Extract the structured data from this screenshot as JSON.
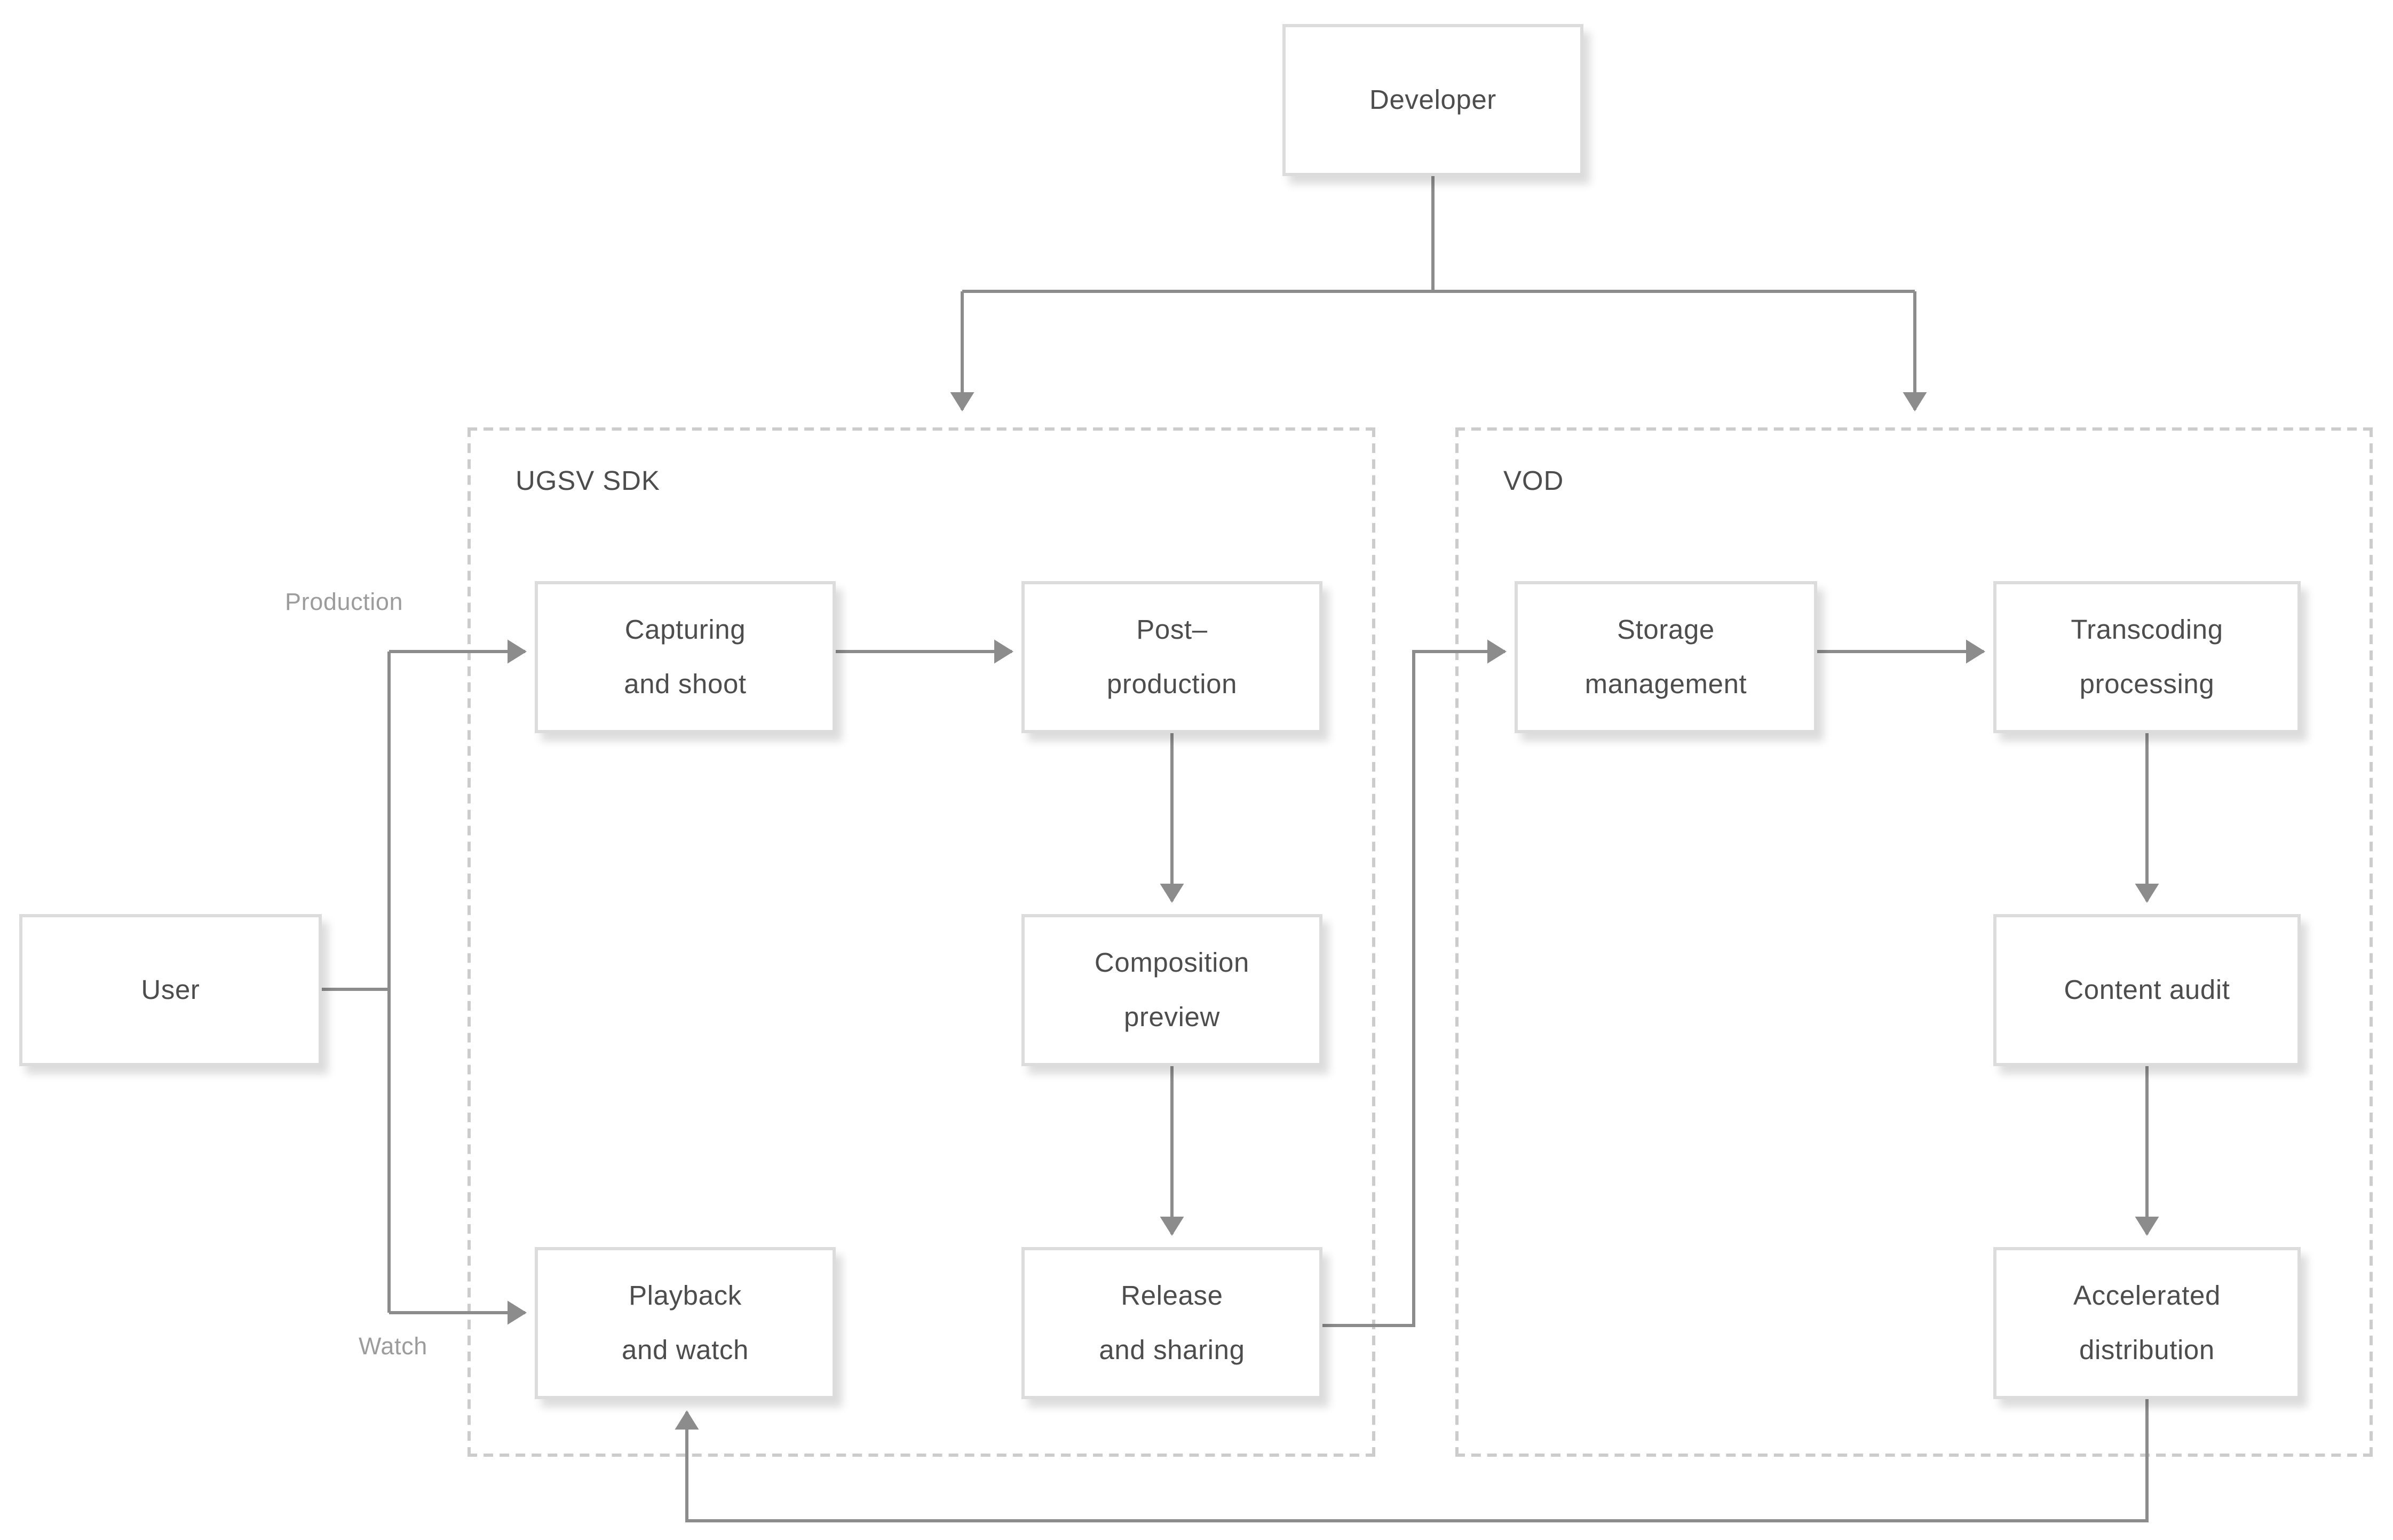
{
  "diagram": {
    "nodes": {
      "developer": "Developer",
      "user": "User",
      "capturing": "Capturing\nand shoot",
      "post_production": "Post–\nproduction",
      "composition_preview": "Composition\npreview",
      "release_sharing": "Release\nand sharing",
      "playback_watch": "Playback\nand watch",
      "storage_management": "Storage\nmanagement",
      "transcoding_processing": "Transcoding\nprocessing",
      "content_audit": "Content audit",
      "accelerated_distribution": "Accelerated\ndistribution"
    },
    "groups": {
      "ugsv_sdk": "UGSV SDK",
      "vod": "VOD"
    },
    "edge_labels": {
      "production": "Production",
      "watch": "Watch"
    },
    "colors": {
      "line": "#8c8c8c",
      "box_border": "#dcdcdc",
      "dashed_border": "#cccccc",
      "node_text": "#4d4d4d",
      "edge_label_text": "#9c9c9c",
      "background": "#ffffff"
    }
  }
}
